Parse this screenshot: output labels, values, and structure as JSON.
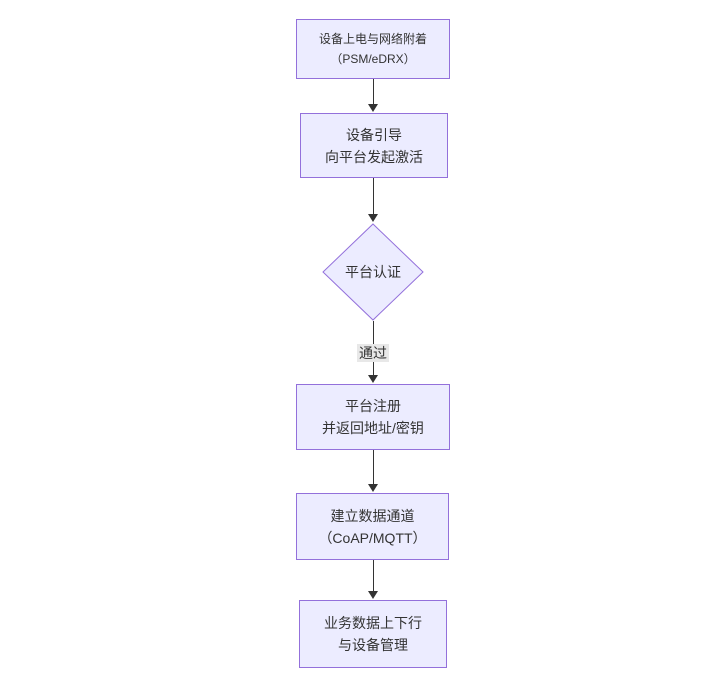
{
  "colors": {
    "background": "#ffffff",
    "node-fill": "#ececff",
    "node-border": "#9370db",
    "arrow": "#333333",
    "text": "#333333",
    "edge-label-bg": "#e8e8e8"
  },
  "flowchart": {
    "type": "flowchart-vertical",
    "nodes": [
      {
        "id": "power-attach",
        "shape": "rect",
        "lines": [
          "设备上电与网络附着",
          "（PSM/eDRX）"
        ]
      },
      {
        "id": "bootstrap",
        "shape": "rect",
        "lines": [
          "设备引导",
          "向平台发起激活"
        ]
      },
      {
        "id": "platform-auth",
        "shape": "diamond",
        "lines": [
          "平台认证"
        ]
      },
      {
        "id": "platform-register",
        "shape": "rect",
        "lines": [
          "平台注册",
          "并返回地址/密钥"
        ]
      },
      {
        "id": "data-channel",
        "shape": "rect",
        "lines": [
          "建立数据通道",
          "（CoAP/MQTT）"
        ]
      },
      {
        "id": "business-data",
        "shape": "rect",
        "lines": [
          "业务数据上下行",
          "与设备管理"
        ]
      }
    ],
    "edges": [
      {
        "from": "power-attach",
        "to": "bootstrap",
        "label": ""
      },
      {
        "from": "bootstrap",
        "to": "platform-auth",
        "label": ""
      },
      {
        "from": "platform-auth",
        "to": "platform-register",
        "label": "通过"
      },
      {
        "from": "platform-register",
        "to": "data-channel",
        "label": ""
      },
      {
        "from": "data-channel",
        "to": "business-data",
        "label": ""
      }
    ]
  }
}
